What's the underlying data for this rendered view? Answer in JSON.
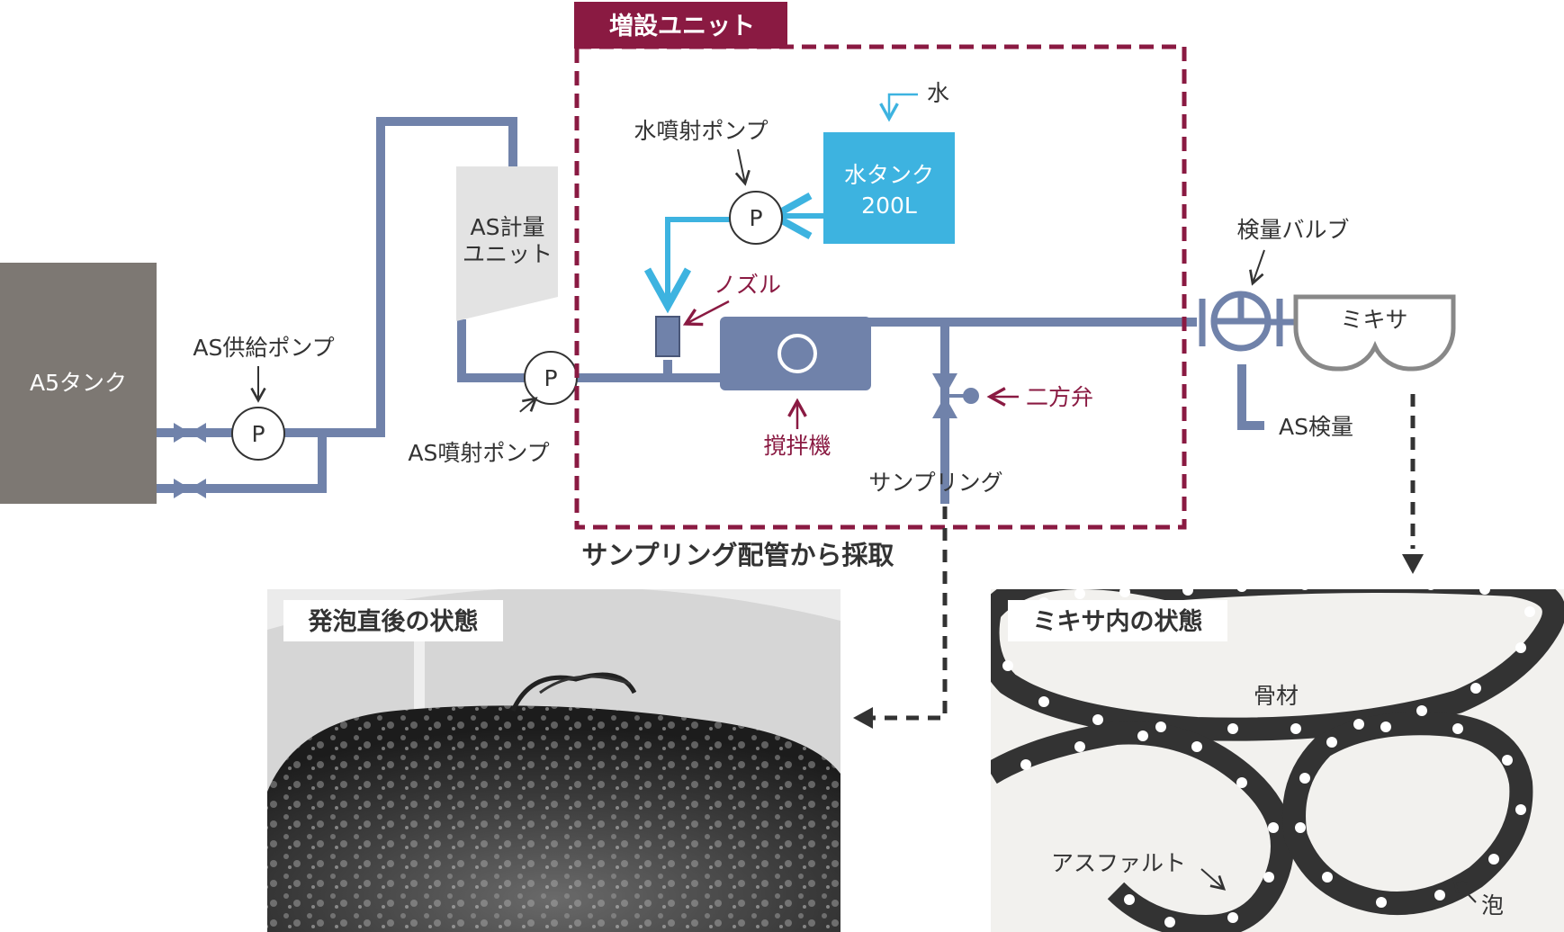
{
  "colors": {
    "pipe": "#7082aa",
    "water": "#3db3e0",
    "unit_frame": "#8a1a42",
    "tank": "#7d7873",
    "mixer_outline": "#888888",
    "text": "#333333"
  },
  "unit": {
    "title": "増設ユニット"
  },
  "as_tank": {
    "label": "A5タンク"
  },
  "as_supply_pump": {
    "label": "AS供給ポンプ",
    "symbol": "P"
  },
  "as_meter": {
    "line1": "AS計量",
    "line2": "ユニット"
  },
  "as_spray_pump": {
    "label": "AS噴射ポンプ",
    "symbol": "P"
  },
  "water_pump": {
    "label": "水噴射ポンプ",
    "symbol": "P"
  },
  "water_tank": {
    "line1": "水タンク",
    "line2": "200L"
  },
  "water_in": {
    "label": "水"
  },
  "nozzle": {
    "label": "ノズル"
  },
  "agitator": {
    "label": "撹拌機"
  },
  "two_way_valve": {
    "label": "二方弁"
  },
  "sampling": {
    "label": "サンプリング"
  },
  "check_valve": {
    "label": "検量バルブ"
  },
  "mixer": {
    "label": "ミキサ"
  },
  "as_check": {
    "label": "AS検量"
  },
  "sampling_caption": "サンプリング配管から採取",
  "photo": {
    "caption": "発泡直後の状態"
  },
  "mixer_state": {
    "caption": "ミキサ内の状態",
    "aggregate_label": "骨材",
    "asphalt_label": "アスファルト",
    "foam_label": "泡"
  }
}
